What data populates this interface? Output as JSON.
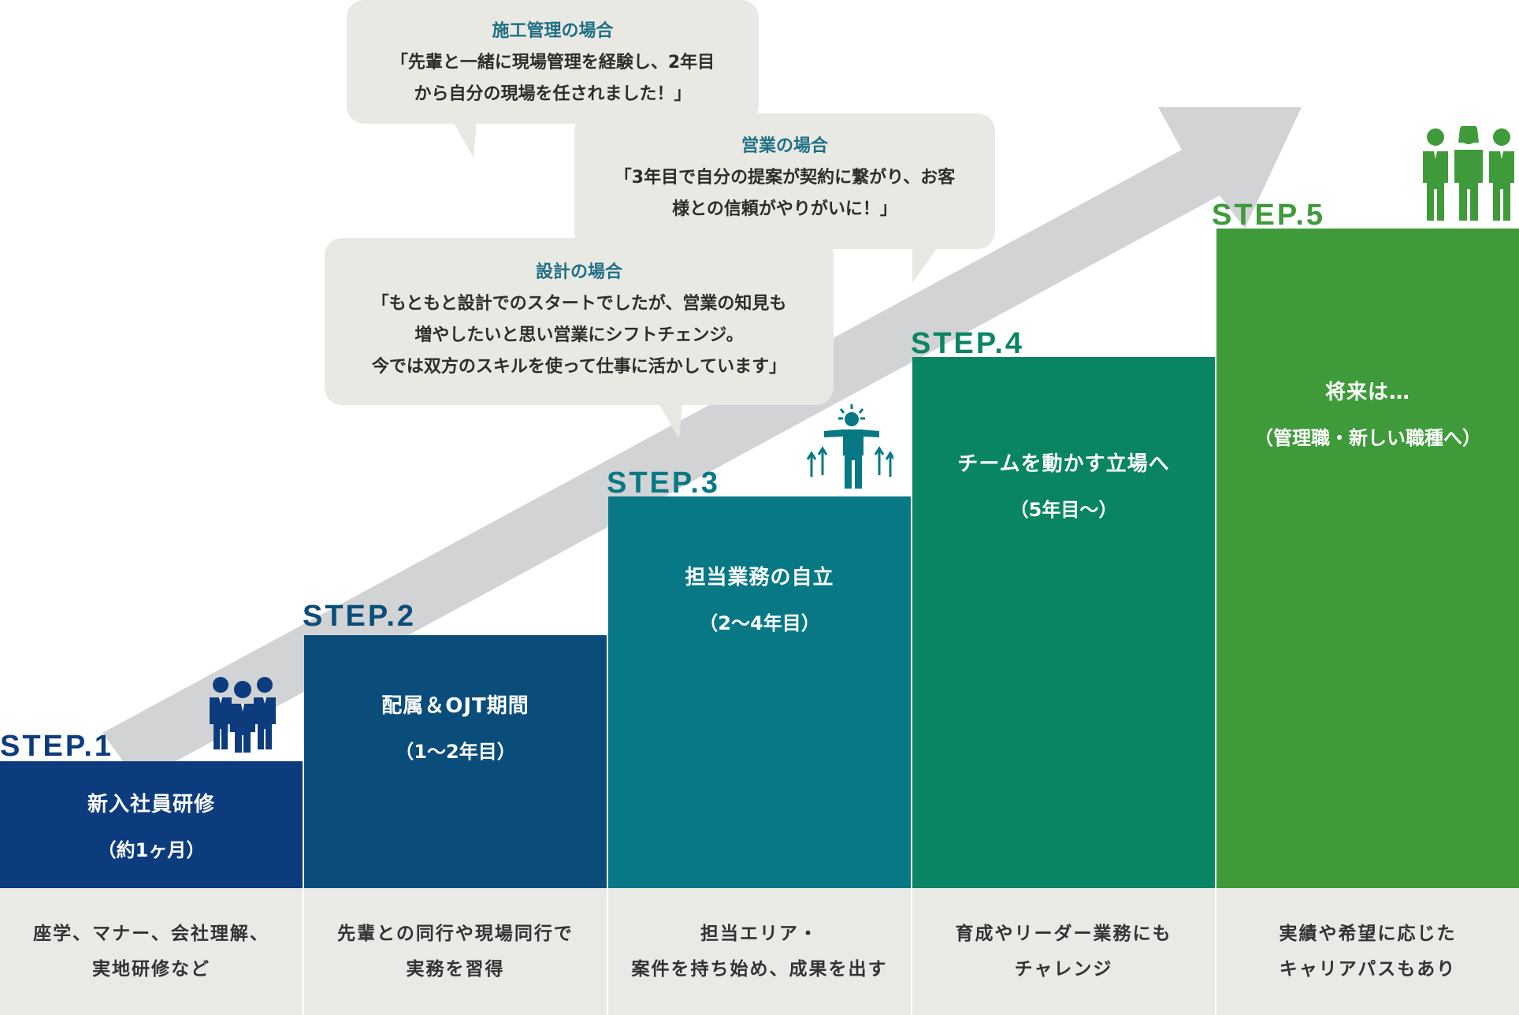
{
  "colors": {
    "step1": "#0d3c7e",
    "step2": "#0a4d7a",
    "step3": "#087885",
    "step4": "#0a8563",
    "step5": "#3f9b3a",
    "arrow": "#d2d3d5",
    "bubble_bg": "#e8e8e3",
    "bubble_title": "#1f6f84",
    "desc_bg": "#e9e9e6"
  },
  "steps": [
    {
      "label": "STEP.1",
      "title": "新入社員研修",
      "sub": "（約1ヶ月）",
      "desc": [
        "座学、マナー、会社理解、",
        "実地研修など"
      ],
      "icon": "business-team-icon"
    },
    {
      "label": "STEP.2",
      "title": "配属＆OJT期間",
      "sub": "（1〜2年目）",
      "desc": [
        "先輩との同行や現場同行で",
        "実務を習得"
      ]
    },
    {
      "label": "STEP.3",
      "title": "担当業務の自立",
      "sub": "（2〜4年目）",
      "desc": [
        "担当エリア・",
        "案件を持ち始め、成果を出す"
      ],
      "icon": "growing-person-icon"
    },
    {
      "label": "STEP.4",
      "title": "チームを動かす立場へ",
      "sub": "（5年目〜）",
      "desc": [
        "育成やリーダー業務にも",
        "チャレンジ"
      ]
    },
    {
      "label": "STEP.5",
      "title": "将来は…",
      "sub": "（管理職・新しい職種へ）",
      "desc": [
        "実績や希望に応じた",
        "キャリアパスもあり"
      ],
      "icon": "team-group-icon"
    }
  ],
  "bubbles": [
    {
      "title": "施工管理の場合",
      "lines": [
        "「先輩と一緒に現場管理を経験し、2年目",
        "から自分の現場を任されました！」"
      ]
    },
    {
      "title": "営業の場合",
      "lines": [
        "「3年目で自分の提案が契約に繋がり、お客",
        "様との信頼がやりがいに！」"
      ]
    },
    {
      "title": "設計の場合",
      "lines": [
        "「もともと設計でのスタートでしたが、営業の知見も",
        "増やしたいと思い営業にシフトチェンジ。",
        "今では双方のスキルを使って仕事に活かしています」"
      ]
    }
  ]
}
